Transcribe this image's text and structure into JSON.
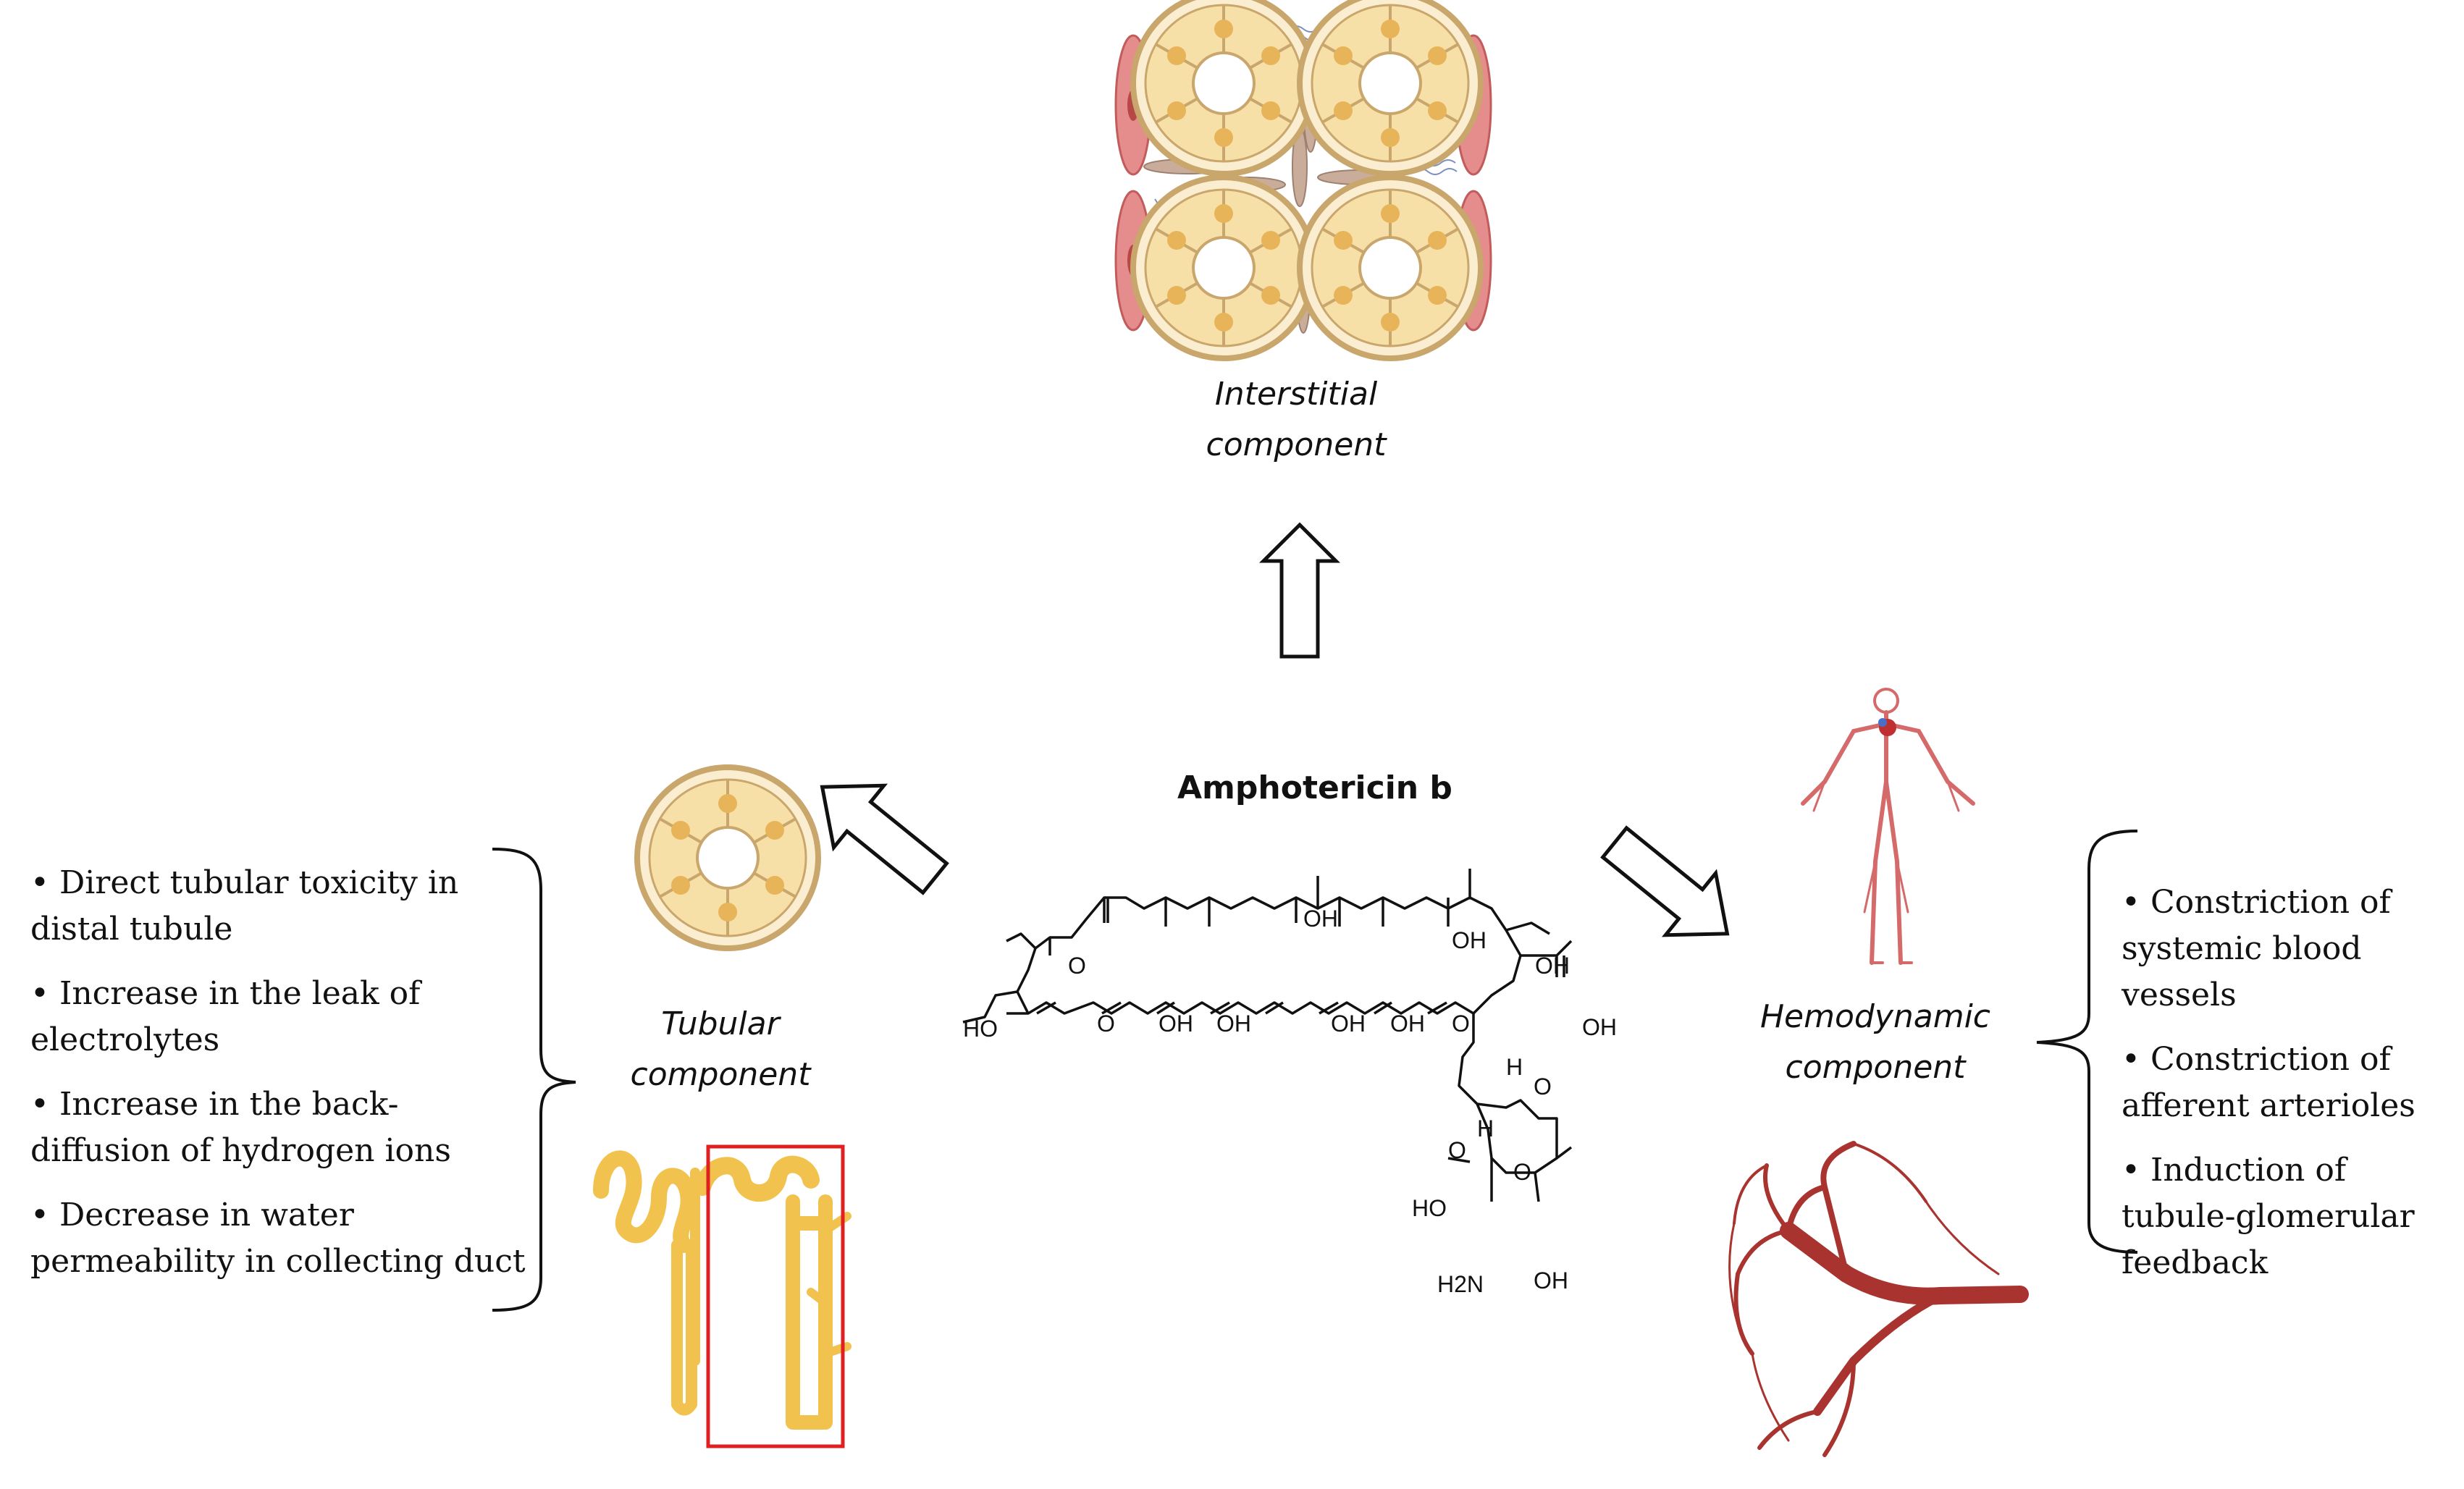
{
  "title": "Amphotericin b",
  "components": {
    "interstitial": "Interstitial component",
    "tubular": "Tubular component",
    "hemodynamic": "Hemodynamic component"
  },
  "tubular_effects": [
    "• Direct tubular toxicity in distal tubule",
    "• Increase in the leak of electrolytes",
    "• Increase in the back-diffusion of hydrogen ions",
    "• Decrease in water permeability in collecting duct"
  ],
  "hemodynamic_effects": [
    "• Constriction of systemic blood vessels",
    "• Constriction of afferent arterioles",
    "• Induction of tubule-glomerular feedback"
  ],
  "molecule_labels": {
    "oh": "OH",
    "ho": "HO",
    "o": "O",
    "h": "H",
    "h2n": "H2N"
  },
  "colors": {
    "cell_fill": "#f7dfa8",
    "cell_ring": "#c9a66b",
    "nephron": "#f2c24e",
    "vessel": "#a8332f",
    "highlight_box": "#e02020"
  }
}
